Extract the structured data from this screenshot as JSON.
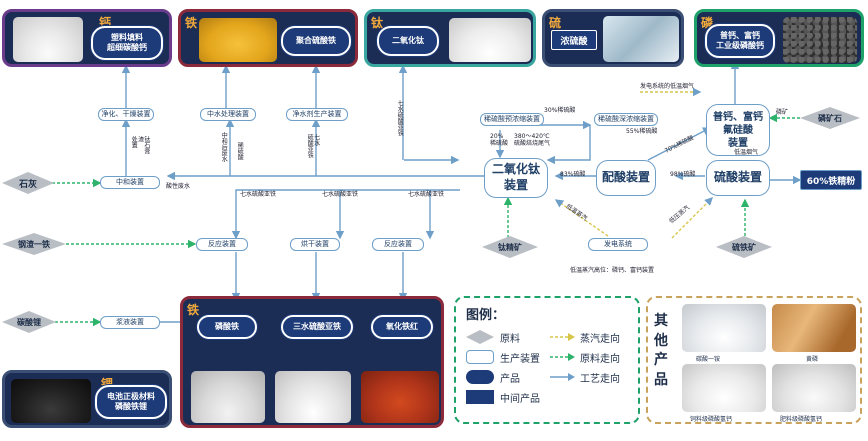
{
  "top_products": {
    "calcium": {
      "element": "钙",
      "label": "塑料填料\n超细碳酸钙"
    },
    "iron_poly": {
      "element": "铁",
      "label": "聚合硫酸铁"
    },
    "ti_dioxide": {
      "element": "钛",
      "label": "二氧化钛"
    },
    "sulfur": {
      "element": "硫",
      "label": "浓硫酸"
    },
    "phosphorus": {
      "element": "磷",
      "label": "普钙、富钙\n工业级磷酸钙"
    }
  },
  "devices": {
    "purify_dry": "净化、干燥装置",
    "water_treat": "中水处理装置",
    "pfs_plant": "净水剂生产装置",
    "dilute_acid_conc": "稀硫酸预浓缩装置",
    "dilute_acid_deep": "稀硫酸深浓缩装置",
    "neutralize": "中和装置",
    "reaction1": "反应装置",
    "dryer": "烘干装置",
    "reaction2": "反应装置",
    "power": "发电系统",
    "slurry": "浆液装置",
    "tio2_plant": "二氧化钛\n装置",
    "acid_mix": "配酸装置",
    "sulfuric": "硫酸装置",
    "phosphate_plant": "普钙、富钙\n氟硅酸\n装置"
  },
  "raw_materials": {
    "lime": "石灰",
    "iron_scrap": "钢渣一铁",
    "li_carbonate": "碳酸锂",
    "ti_ore": "钛精矿",
    "pyrite": "硫铁矿",
    "phos_rock": "磷矿石"
  },
  "intermediate": {
    "iron_conc": "60%铁精粉"
  },
  "iron_panel": {
    "element": "铁",
    "products": [
      "磷酸铁",
      "三水硫酸亚铁",
      "氧化铁红"
    ]
  },
  "lithium_panel": {
    "element": "锂",
    "label": "电池正极材料\n磷酸铁锂"
  },
  "flow_labels": {
    "acid30": "30%稀硫酸",
    "acid20": "20%\n稀硫酸",
    "temp": "380～420℃\n硫酸焙烧尾气",
    "acid55": "55%稀硫酸",
    "acid70": "70%稀硫酸",
    "acid83": "83%硫酸",
    "acid98": "98%硫酸",
    "waste_gas": "发电系统的低温烟气",
    "low_gas": "低温烟气",
    "tail_water": "酸性废水",
    "steam_a": "低温蒸汽",
    "steam_b": "低压蒸汽",
    "steam_c": "低温蒸汽高位：磷钙、富钙装置",
    "ferrous1": "七水硫酸亚铁",
    "ferrous2": "七水硫酸亚铁",
    "ferrous3": "七水硫酸亚铁",
    "ferrous4": "七水硫酸亚铁",
    "sludge": "钛石膏\n渣\n处置",
    "mid_water": "中和后废水",
    "ferrous_side": "七水\n硫酸亚铁",
    "acid_waste": "稀硫酸",
    "mineral": "磷矿"
  },
  "legend": {
    "title": "图例：",
    "items": [
      "原料",
      "生产装置",
      "产品",
      "中间产品",
      "蒸汽走向",
      "原料走向",
      "工艺走向"
    ]
  },
  "other_products": {
    "title": "其\n他\n产\n品",
    "items": [
      "碳酸一铵",
      "黄磷",
      "饲料级磷酸氢钙",
      "肥料级磷酸氢钙"
    ]
  },
  "colors": {
    "navy": "#1d3b78",
    "teal": "#3aa6a0",
    "maroon": "#8a2a3b",
    "purple": "#6b3c8c",
    "green": "#1ea26a",
    "gold": "#c9a35b"
  }
}
